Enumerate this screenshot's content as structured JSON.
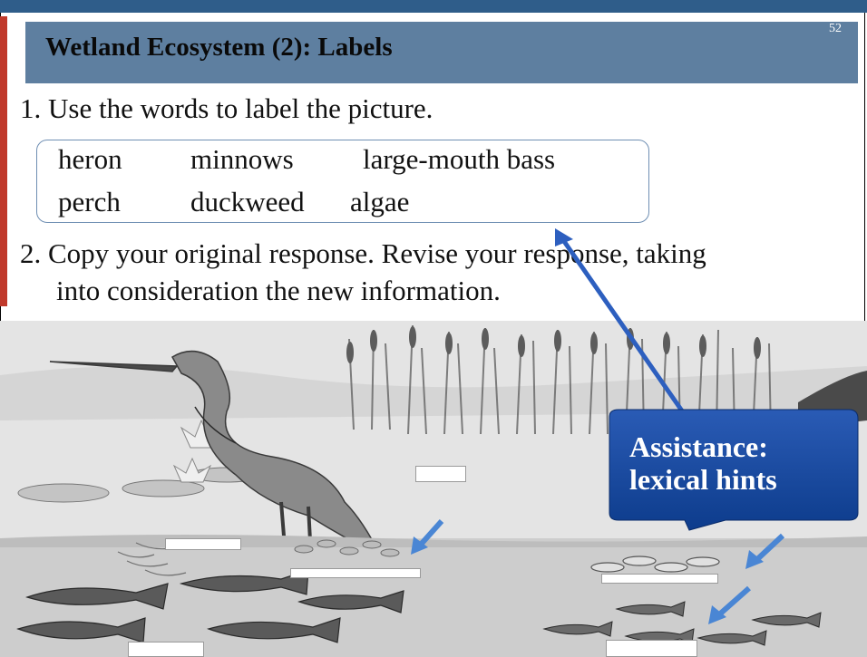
{
  "slide": {
    "title": "Wetland Ecosystem (2): Labels",
    "number": "52"
  },
  "instructions": {
    "step1": "1. Use the words to label the picture.",
    "step2_line1": "2. Copy your original response. Revise your response, taking",
    "step2_line2": "into consideration the new information."
  },
  "word_bank": {
    "row1": [
      "heron",
      "minnows",
      "large-mouth bass"
    ],
    "row2": [
      "perch",
      "duckweed",
      "algae"
    ]
  },
  "callout": {
    "line1": "Assistance:",
    "line2": "lexical hints",
    "color": "#0d3c8c"
  },
  "colors": {
    "title_band": "#5e7fa0",
    "top_bar": "#2f5d8a",
    "accent": "#c0392b",
    "arrow": "#2d5fbf",
    "hint_arrows": "#4a86d4"
  }
}
